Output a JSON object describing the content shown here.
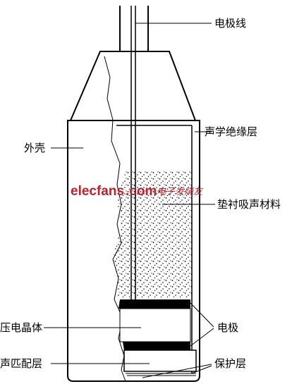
{
  "labels": {
    "electrode_wire": "电极线",
    "acoustic_insulation": "声学绝缘层",
    "housing": "外壳",
    "backing": "垫衬吸声材料",
    "piezo": "压电晶体",
    "electrode": "电极",
    "matching": "声匹配层",
    "protection": "保护层"
  },
  "watermark": {
    "brand": "elecfans",
    "domain": ".com",
    "cn": "电子发烧友"
  },
  "colors": {
    "line": "#000000",
    "watermark": "#c0202a"
  }
}
